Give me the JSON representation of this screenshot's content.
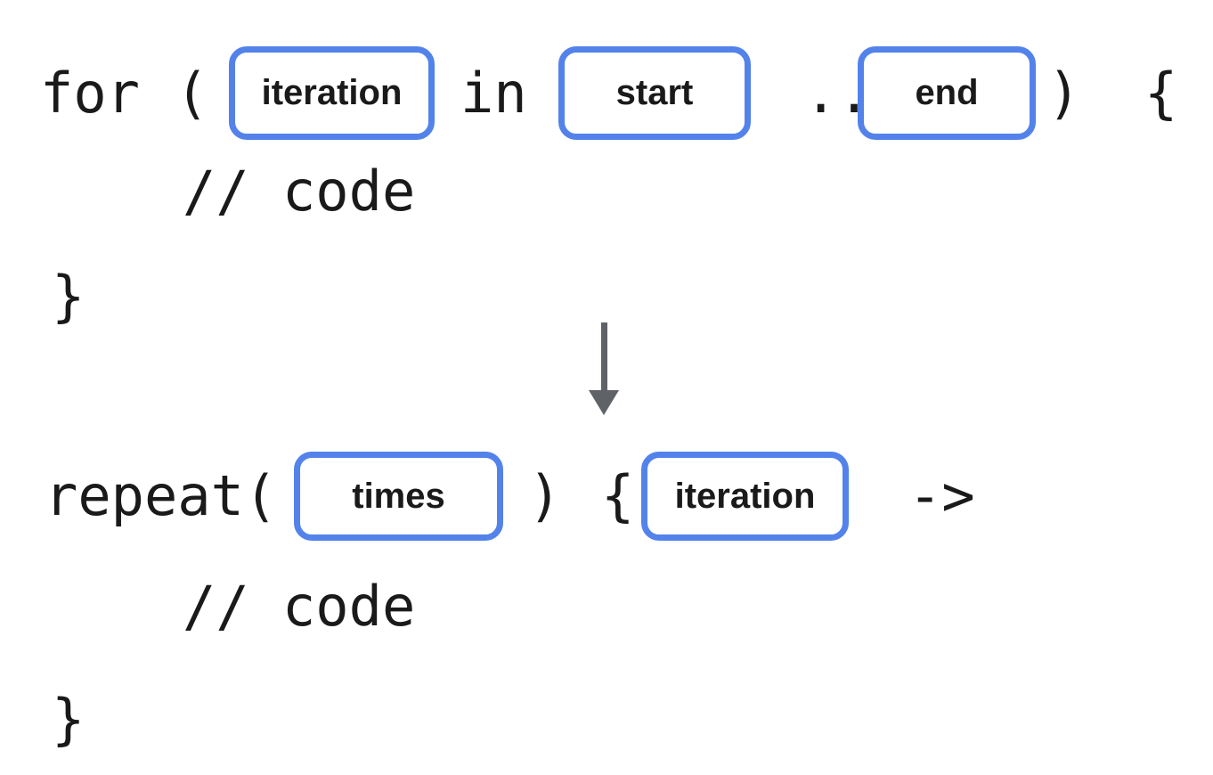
{
  "colors": {
    "slot_border": "#5383EA",
    "arrow": "#5F6368",
    "text": "#1A1A1A"
  },
  "before_block": {
    "keyword_for": "for",
    "open_paren": "(",
    "slot_iteration": "iteration",
    "keyword_in": "in",
    "slot_start": "start",
    "range_dots": "..",
    "slot_end": "end",
    "close_paren": ")",
    "open_brace": "{",
    "comment": "// code",
    "close_brace": "}"
  },
  "after_block": {
    "keyword_repeat": "repeat(",
    "slot_times": "times",
    "close_paren": ")",
    "open_brace": "{",
    "slot_iteration": "iteration",
    "lambda_arrow": "->",
    "comment": "// code",
    "close_brace": "}"
  }
}
